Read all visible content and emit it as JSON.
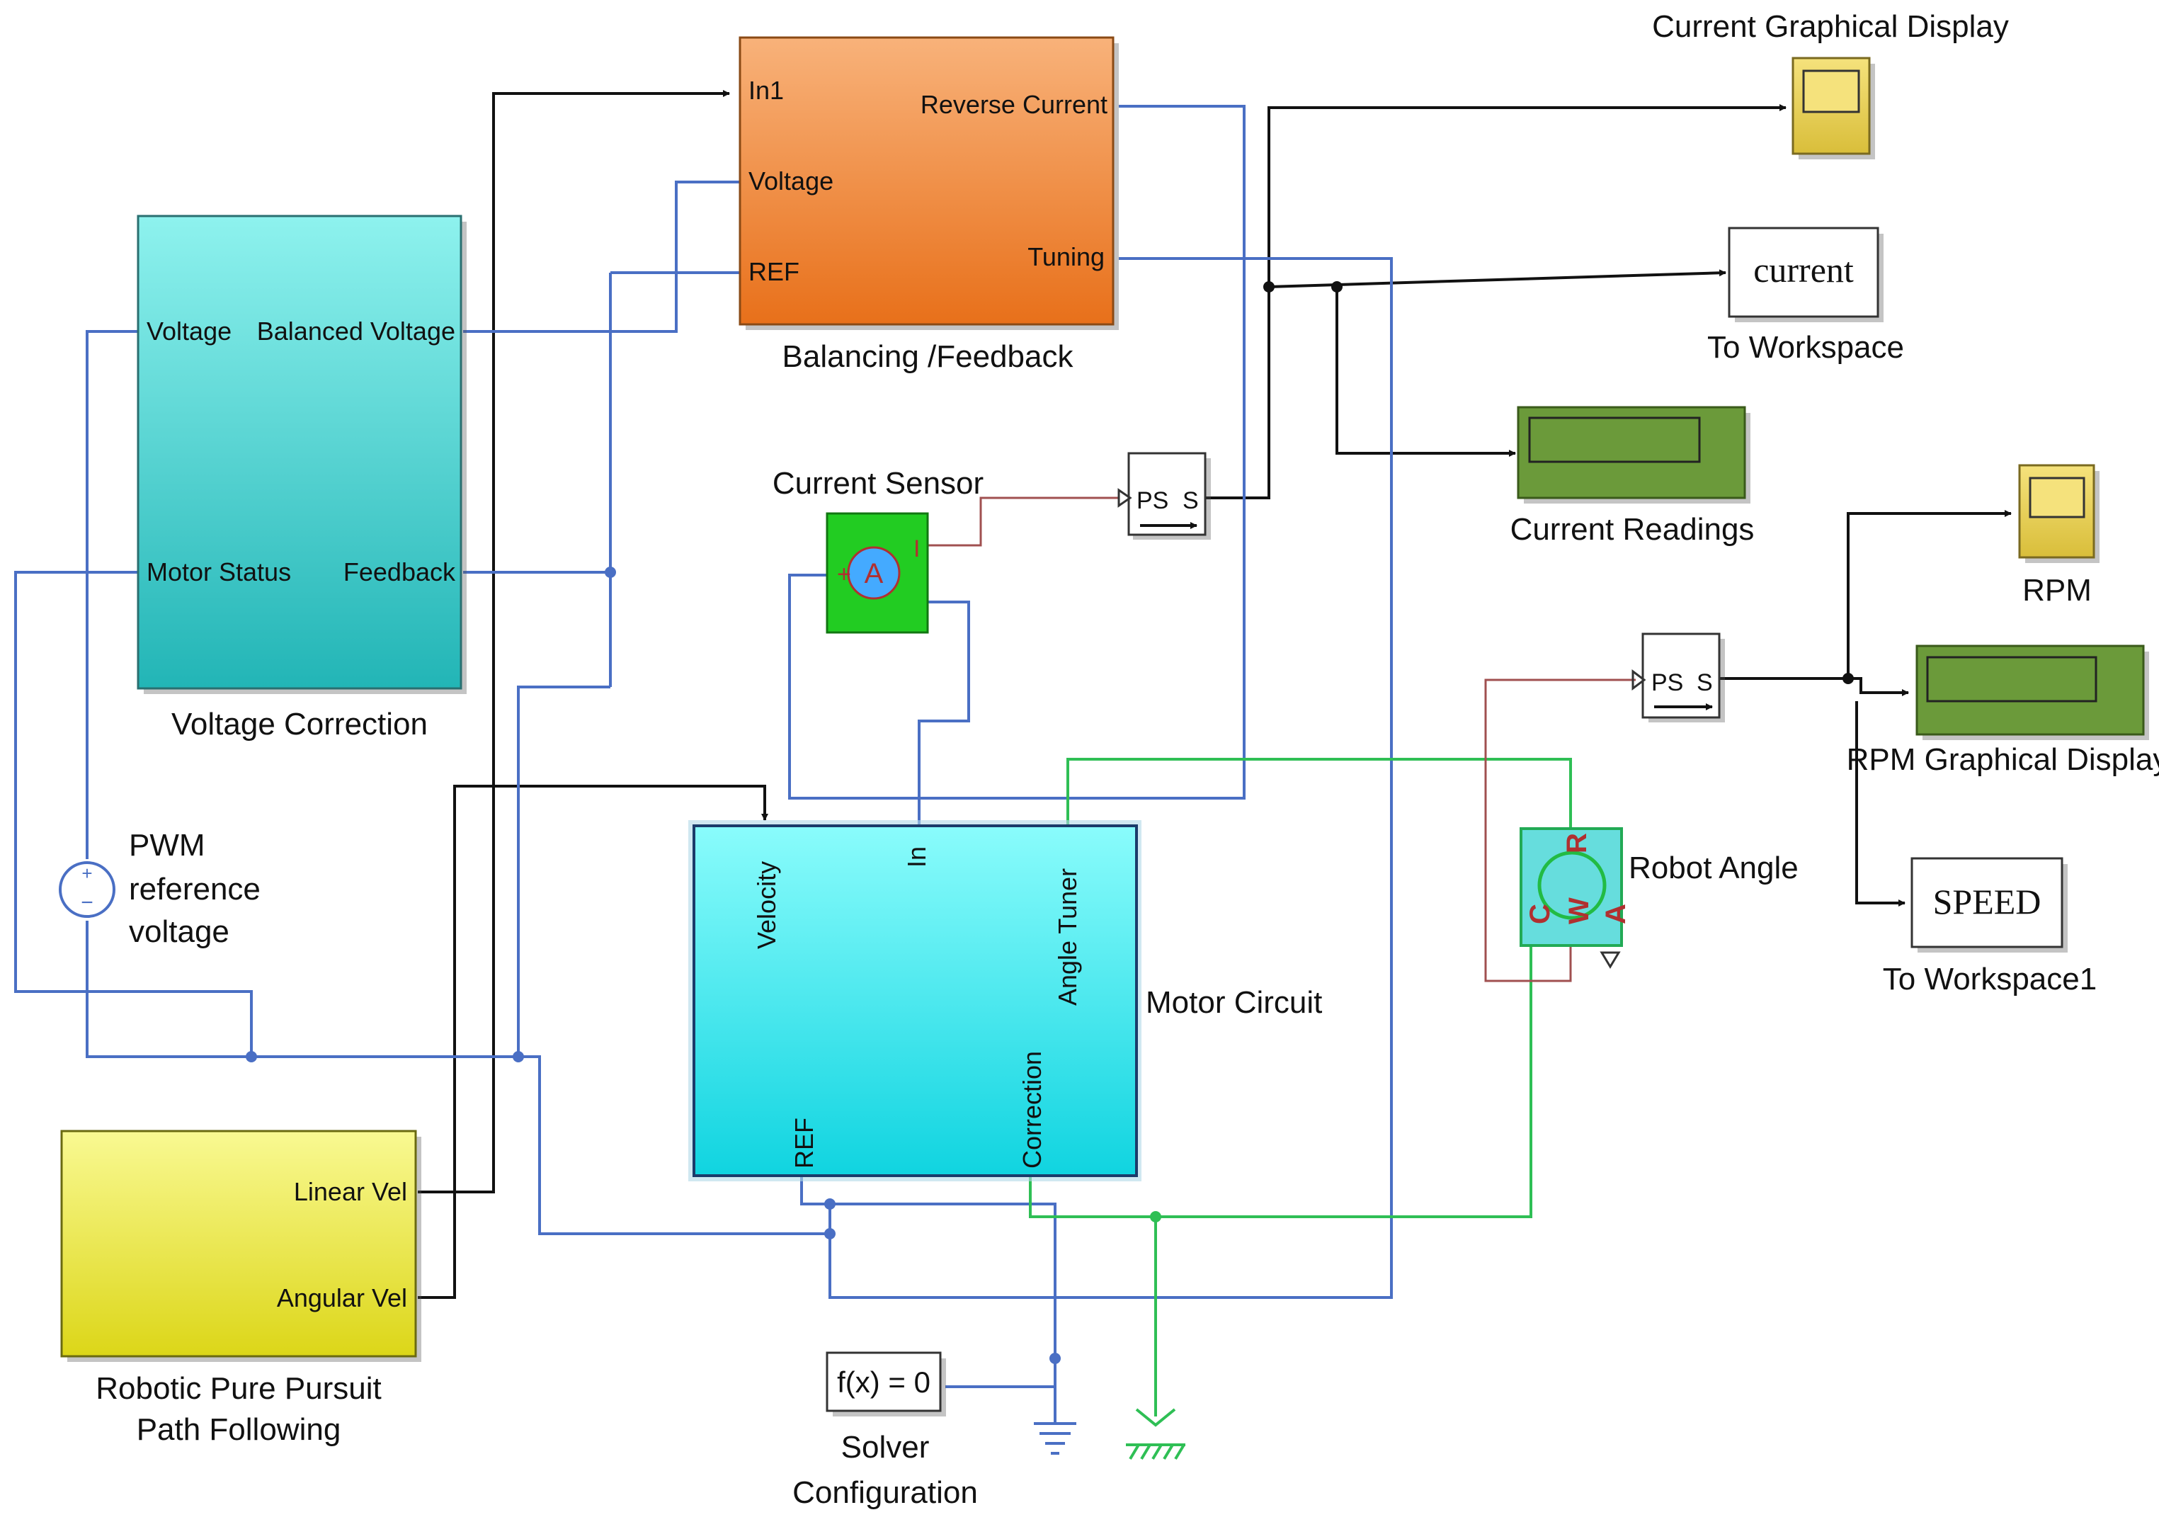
{
  "colors": {
    "signal": "#111111",
    "physical": "#4a6fc4",
    "mechanical": "#2fbf55",
    "electrical": "#a05050"
  },
  "blocks": {
    "voltage_correction": {
      "name": "Voltage Correction",
      "ports": {
        "voltage": "Voltage",
        "balanced_voltage": "Balanced Voltage",
        "motor_status": "Motor Status",
        "feedback": "Feedback"
      }
    },
    "balancing_feedback": {
      "name": "Balancing /Feedback",
      "ports": {
        "in1": "In1",
        "voltage": "Voltage",
        "ref": "REF",
        "reverse_current": "Reverse Current",
        "tuning": "Tuning"
      }
    },
    "current_sensor": {
      "name": "Current Sensor",
      "glyph": "A",
      "plus": "+",
      "i": "I"
    },
    "ps_converter_1": {
      "ps": "PS",
      "s": "S"
    },
    "ps_converter_2": {
      "ps": "PS",
      "s": "S"
    },
    "current_graphical_display": {
      "name": "Current Graphical Display"
    },
    "to_workspace": {
      "name": "To Workspace",
      "variable": "current"
    },
    "current_readings": {
      "name": "Current Readings"
    },
    "rpm": {
      "name": "RPM"
    },
    "rpm_graphical_display": {
      "name": "RPM Graphical Display"
    },
    "to_workspace1": {
      "name": "To Workspace1",
      "variable": "SPEED"
    },
    "robot_angle": {
      "name": "Robot Angle",
      "ports": {
        "r": "R",
        "c": "C",
        "w": "W",
        "a": "A"
      }
    },
    "pwm_reference_voltage": {
      "name_lines": [
        "PWM",
        "reference",
        "voltage"
      ]
    },
    "motor_circuit": {
      "name": "Motor Circuit",
      "ports": {
        "velocity": "Velocity",
        "in": "In",
        "angle_tuner": "Angle Tuner",
        "ref": "REF",
        "correction": "Correction"
      }
    },
    "pure_pursuit": {
      "name_lines": [
        "Robotic Pure Pursuit",
        "Path Following"
      ],
      "ports": {
        "linear_vel": "Linear Vel",
        "angular_vel": "Angular Vel"
      }
    },
    "solver_configuration": {
      "name_lines": [
        "Solver",
        "Configuration"
      ],
      "equation": "f(x) = 0"
    }
  }
}
